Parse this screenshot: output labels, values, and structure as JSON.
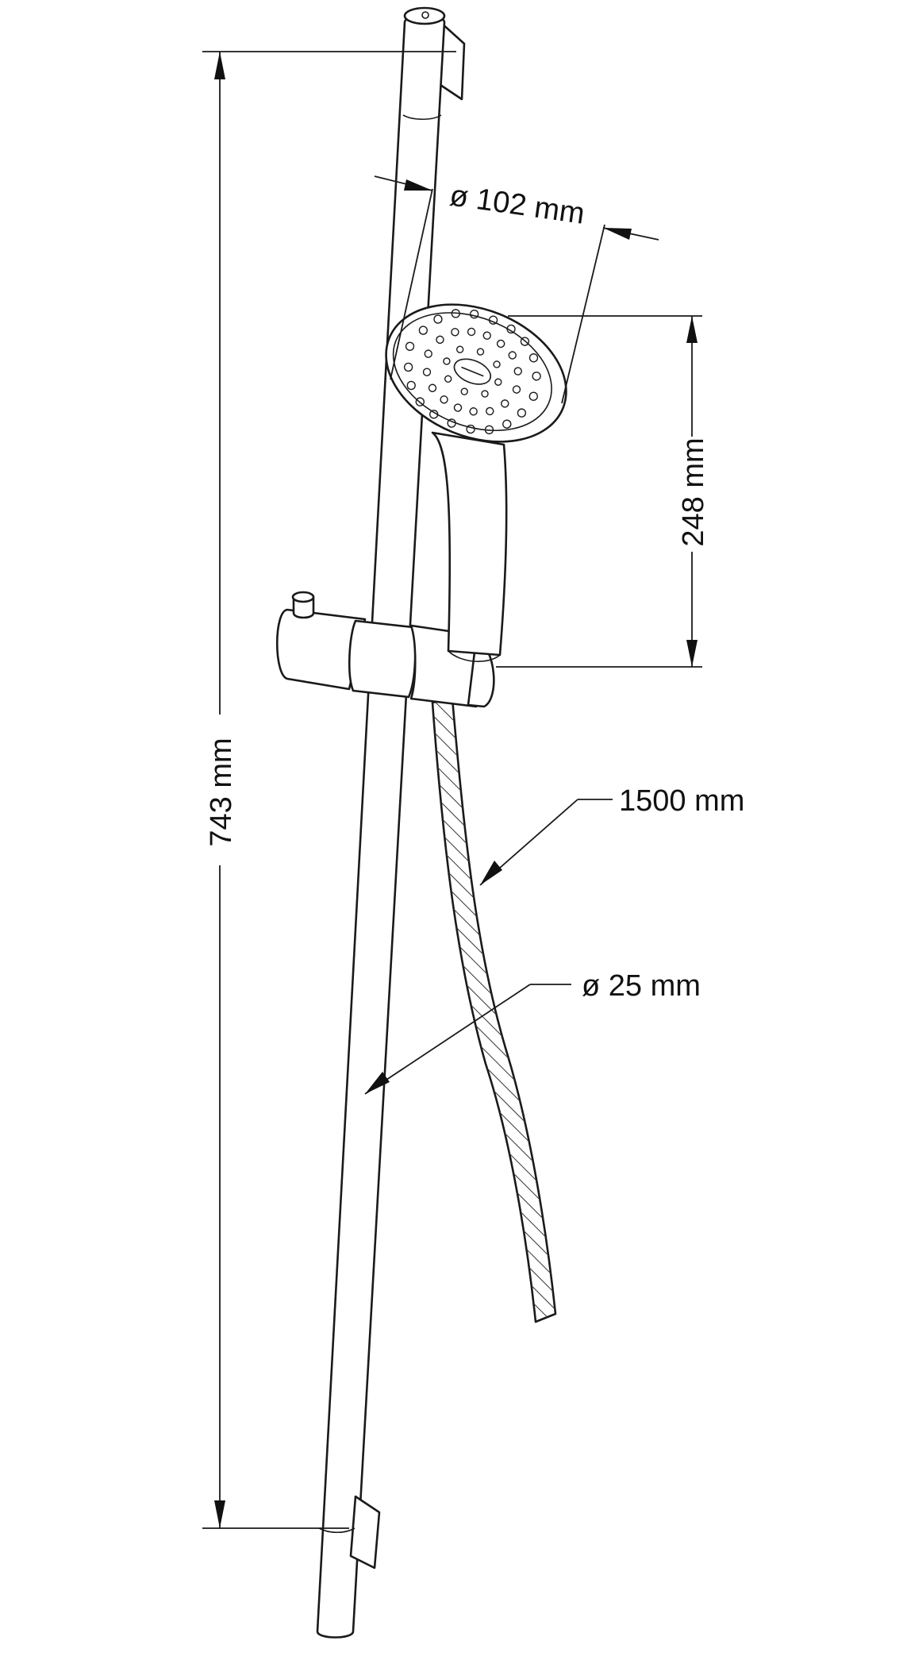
{
  "diagram": {
    "labels": {
      "total_height": "743 mm",
      "head_diameter": "ø 102 mm",
      "handset_length": "248 mm",
      "hose_length": "1500 mm",
      "rail_diameter": "ø 25 mm"
    },
    "colors": {
      "line": "#1a1a1a",
      "background": "#ffffff"
    }
  }
}
